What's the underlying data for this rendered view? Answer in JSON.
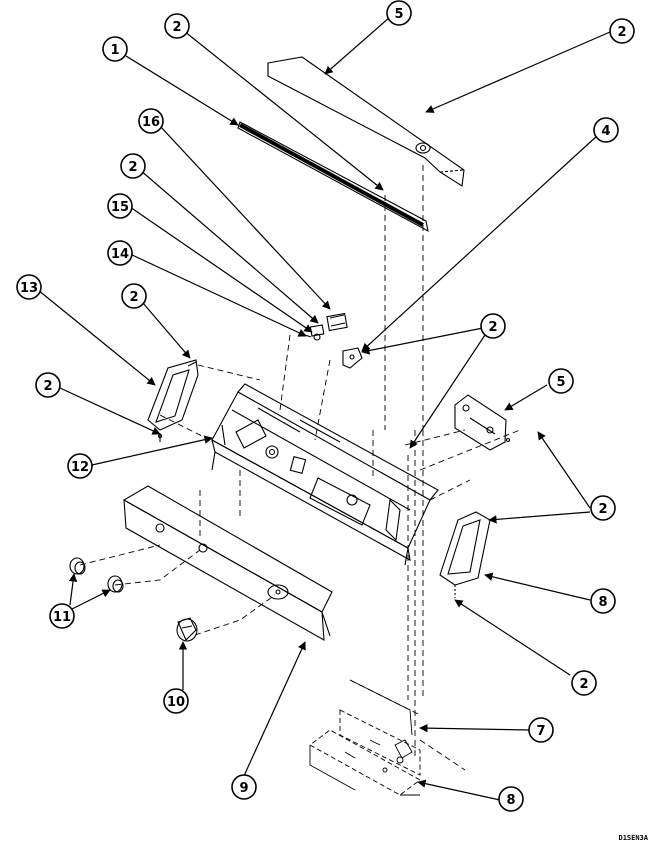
{
  "figure": {
    "reference_code": "D1SEN3A"
  },
  "callouts": [
    {
      "id": "c1",
      "label": "1"
    },
    {
      "id": "c2a",
      "label": "2"
    },
    {
      "id": "c5a",
      "label": "5"
    },
    {
      "id": "c2b",
      "label": "2"
    },
    {
      "id": "c16",
      "label": "16"
    },
    {
      "id": "c4",
      "label": "4"
    },
    {
      "id": "c2c",
      "label": "2"
    },
    {
      "id": "c15",
      "label": "15"
    },
    {
      "id": "c14",
      "label": "14"
    },
    {
      "id": "c13",
      "label": "13"
    },
    {
      "id": "c2d",
      "label": "2"
    },
    {
      "id": "c2e",
      "label": "2"
    },
    {
      "id": "c2f",
      "label": "2"
    },
    {
      "id": "c5b",
      "label": "5"
    },
    {
      "id": "c12",
      "label": "12"
    },
    {
      "id": "c2g",
      "label": "2"
    },
    {
      "id": "c8a",
      "label": "8"
    },
    {
      "id": "c11",
      "label": "11"
    },
    {
      "id": "c2h",
      "label": "2"
    },
    {
      "id": "c10",
      "label": "10"
    },
    {
      "id": "c7",
      "label": "7"
    },
    {
      "id": "c9",
      "label": "9"
    },
    {
      "id": "c8b",
      "label": "8"
    }
  ]
}
